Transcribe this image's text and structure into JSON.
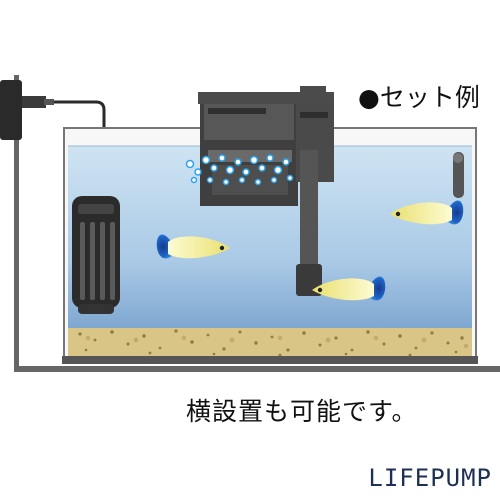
{
  "labels": {
    "set_example": "●セット例",
    "caption": "横設置も可能です。",
    "brand": "LIFEPUMP"
  },
  "colors": {
    "water_top": "#c9e1f1",
    "water_bottom": "#6f9cc8",
    "gravel": "#d9c585",
    "guppy_body": "#f4ef9a",
    "guppy_tail": "#2a78d6",
    "bubble": "#2aa3e8",
    "device": "#4a4a4a"
  },
  "icons": [
    "aquarium-tank",
    "heater-icon",
    "hang-on-filter-icon",
    "guppy-fish-icon",
    "thermometer-icon",
    "air-bubble-icon"
  ]
}
